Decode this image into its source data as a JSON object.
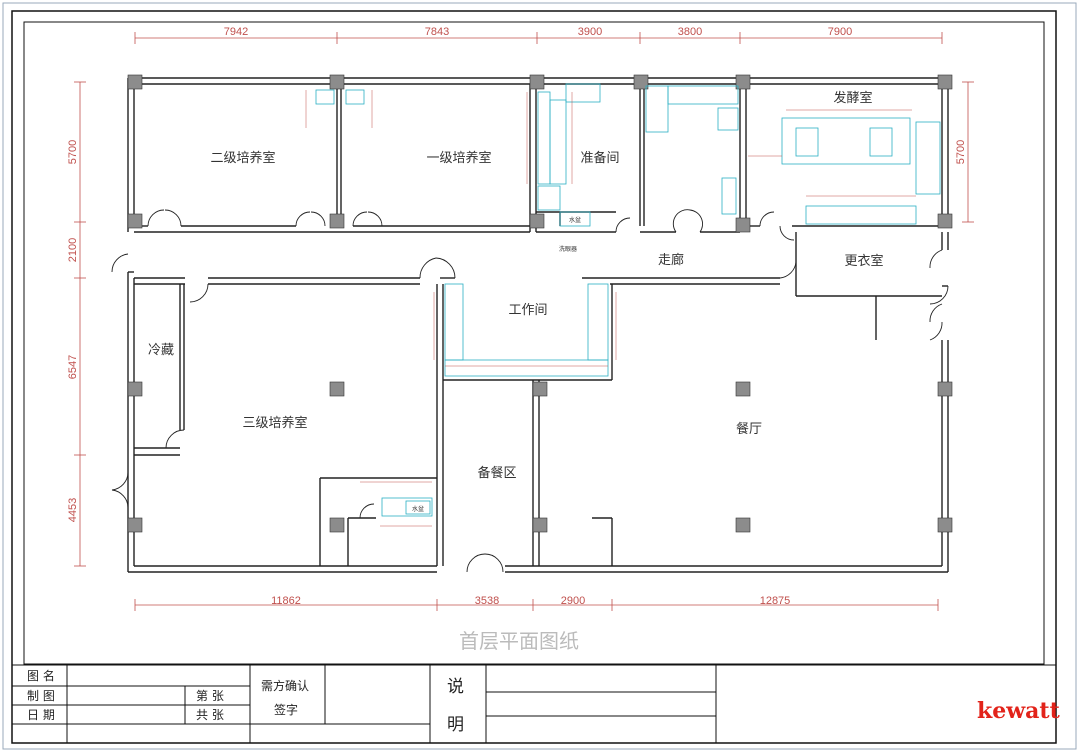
{
  "drawing_title": "首层平面图纸",
  "rooms": {
    "secondary_culture": "二级培养室",
    "primary_culture": "一级培养室",
    "prep_room": "准备间",
    "fermentation": "发酵室",
    "corridor": "走廊",
    "changing_room": "更衣室",
    "workroom": "工作间",
    "cold_storage": "冷藏",
    "tertiary_culture": "三级培养室",
    "prep_meal_area": "备餐区",
    "dining_hall": "餐厅"
  },
  "fixture_labels": {
    "sink": "水盆",
    "sink_2": "水盆",
    "washer": "洗眼器"
  },
  "dimensions": {
    "top": [
      "7942",
      "7843",
      "3900",
      "3800",
      "7900"
    ],
    "bottom": [
      "11862",
      "3538",
      "2900",
      "12875"
    ],
    "left": [
      "5700",
      "2100",
      "6547",
      "4453"
    ],
    "right": "5700"
  },
  "title_block": {
    "drawing_name": "图 名",
    "drafted_by": "制 图",
    "date": "日 期",
    "sheet_no": "第    张",
    "sheet_total": "共    张",
    "confirm": "需方确认",
    "signature": "签字",
    "notes_1": "说",
    "notes_2": "明"
  },
  "logo": "kewatt",
  "colors": {
    "wall": "#222222",
    "dimension": "#c0504d",
    "fixture": "#2ab0c4",
    "column": "#8c8c8c",
    "logo": "#e2231a"
  }
}
